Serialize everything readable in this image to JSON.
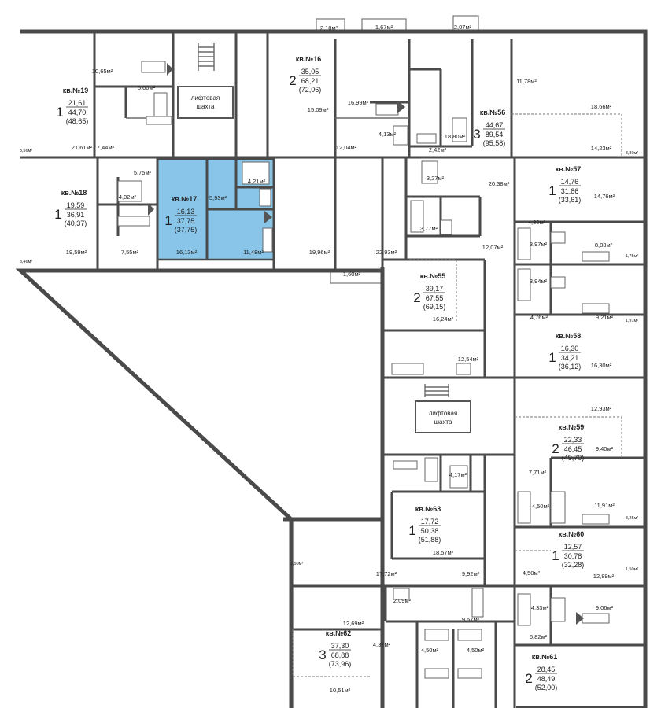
{
  "colors": {
    "highlight": "#88c5e8",
    "wall": "#4a4a4a"
  },
  "apartments": [
    {
      "id": "kv19",
      "label": "кв.№19",
      "rooms": "1",
      "living": "21,61",
      "total": "44,70",
      "total_with_balcony": "(48,65)"
    },
    {
      "id": "kv18",
      "label": "кв.№18",
      "rooms": "1",
      "living": "19,59",
      "total": "36,91",
      "total_with_balcony": "(40,37)"
    },
    {
      "id": "kv17",
      "label": "кв.№17",
      "rooms": "1",
      "living": "16,13",
      "total": "37,75",
      "total_with_balcony": "(37,75)"
    },
    {
      "id": "kv16",
      "label": "кв.№16",
      "rooms": "2",
      "living": "35,05",
      "total": "68,21",
      "total_with_balcony": "(72,06)"
    },
    {
      "id": "kv56",
      "label": "кв.№56",
      "rooms": "3",
      "living": "44,67",
      "total": "89,54",
      "total_with_balcony": "(95,58)"
    },
    {
      "id": "kv57",
      "label": "кв.№57",
      "rooms": "1",
      "living": "14,76",
      "total": "31,86",
      "total_with_balcony": "(33,61)"
    },
    {
      "id": "kv55",
      "label": "кв.№55",
      "rooms": "2",
      "living": "39,17",
      "total": "67,55",
      "total_with_balcony": "(69,15)"
    },
    {
      "id": "kv58",
      "label": "кв.№58",
      "rooms": "1",
      "living": "16,30",
      "total": "34,21",
      "total_with_balcony": "(36,12)"
    },
    {
      "id": "kv59",
      "label": "кв.№59",
      "rooms": "2",
      "living": "22,33",
      "total": "46,45",
      "total_with_balcony": "(49,70)"
    },
    {
      "id": "kv63",
      "label": "кв.№63",
      "rooms": "1",
      "living": "17,72",
      "total": "50,38",
      "total_with_balcony": "(51,88)"
    },
    {
      "id": "kv60",
      "label": "кв.№60",
      "rooms": "1",
      "living": "12,57",
      "total": "30,78",
      "total_with_balcony": "(32,28)"
    },
    {
      "id": "kv62",
      "label": "кв.№62",
      "rooms": "3",
      "living": "37,30",
      "total": "68,88",
      "total_with_balcony": "(73,96)"
    },
    {
      "id": "kv61",
      "label": "кв.№61",
      "rooms": "2",
      "living": "28,45",
      "total": "48,49",
      "total_with_balcony": "(52,00)"
    }
  ],
  "lift_label_line1": "лифтовая",
  "lift_label_line2": "шахта",
  "areas": [
    "2,18м²",
    "1,67м²",
    "2,07м²",
    "10,65м²",
    "5,00м²",
    "21,61м²",
    "7,44м²",
    "3,56м²",
    "15,09м²",
    "16,99м²",
    "4,13м²",
    "12,04м²",
    "11,78м²",
    "18,66м²",
    "18,80м²",
    "2,42м²",
    "14,23м²",
    "3,80м²",
    "5,75м²",
    "4,21м²",
    "5,93м²",
    "4,02м²",
    "3,27м²",
    "20,38м²",
    "14,76м²",
    "3,77м²",
    "4,30м²",
    "3,97м²",
    "8,83м²",
    "12,07м²",
    "22,93м²",
    "19,96м²",
    "16,13м²",
    "11,48м²",
    "19,59м²",
    "7,55м²",
    "3,46м²",
    "1,60м²",
    "1,75м²",
    "3,94м²",
    "16,24м²",
    "4,76м²",
    "9,21м²",
    "1,91м²",
    "12,54м²",
    "16,30м²",
    "12,93м²",
    "4,17м²",
    "9,40м²",
    "7,71м²",
    "4,50м²",
    "11,91м²",
    "3,25м²",
    "18,57м²",
    "17,72м²",
    "9,92м²",
    "1,50м²",
    "4,50м²",
    "12,89м²",
    "1,50м²",
    "2,09м²",
    "4,33м²",
    "9,06м²",
    "9,57м²",
    "12,69м²",
    "4,37м²",
    "4,50м²",
    "4,50м²",
    "6,82м²",
    "10,51м²"
  ]
}
